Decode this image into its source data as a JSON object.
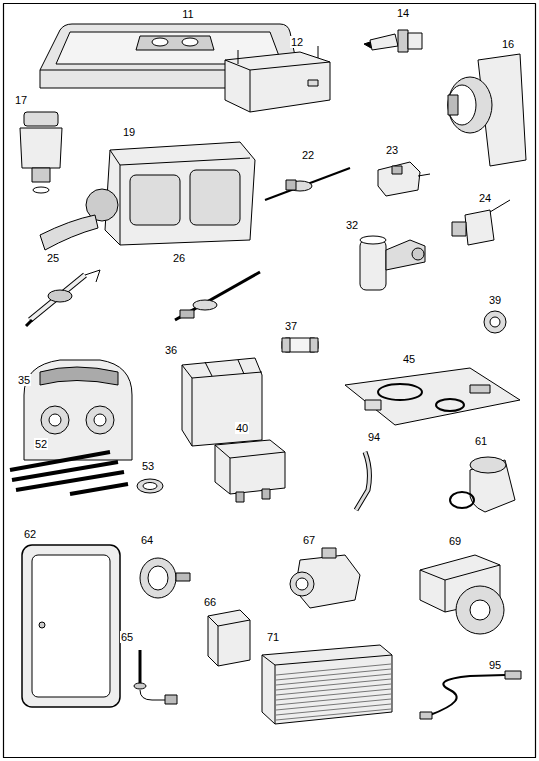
{
  "diagram": {
    "labels": [
      "11",
      "14",
      "12",
      "16",
      "17",
      "19",
      "22",
      "23",
      "24",
      "32",
      "25",
      "26",
      "39",
      "37",
      "36",
      "45",
      "35",
      "40",
      "94",
      "61",
      "52",
      "53",
      "62",
      "64",
      "67",
      "69",
      "66",
      "65",
      "71",
      "95"
    ]
  }
}
